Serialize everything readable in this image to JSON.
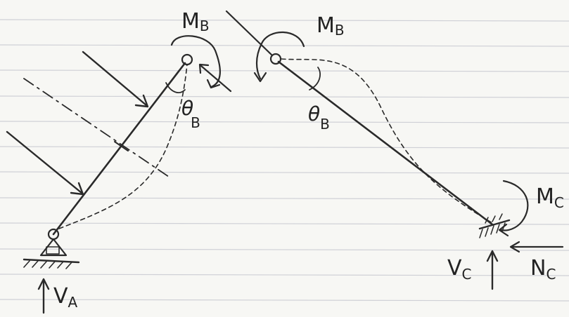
{
  "labels": {
    "mb_left": "M",
    "mb_left_sub": "B",
    "mb_right": "M",
    "mb_right_sub": "B",
    "theta_left": "θ",
    "theta_left_sub": "B",
    "theta_right": "θ",
    "theta_right_sub": "B",
    "mc": "M",
    "mc_sub": "C",
    "nc": "N",
    "nc_sub": "C",
    "vc": "V",
    "vc_sub": "C",
    "va": "V",
    "va_sub": "A"
  },
  "colors": {
    "paper": "#f7f7f4",
    "rule": "#cfd0d6",
    "ink": "#2a2a2a"
  }
}
